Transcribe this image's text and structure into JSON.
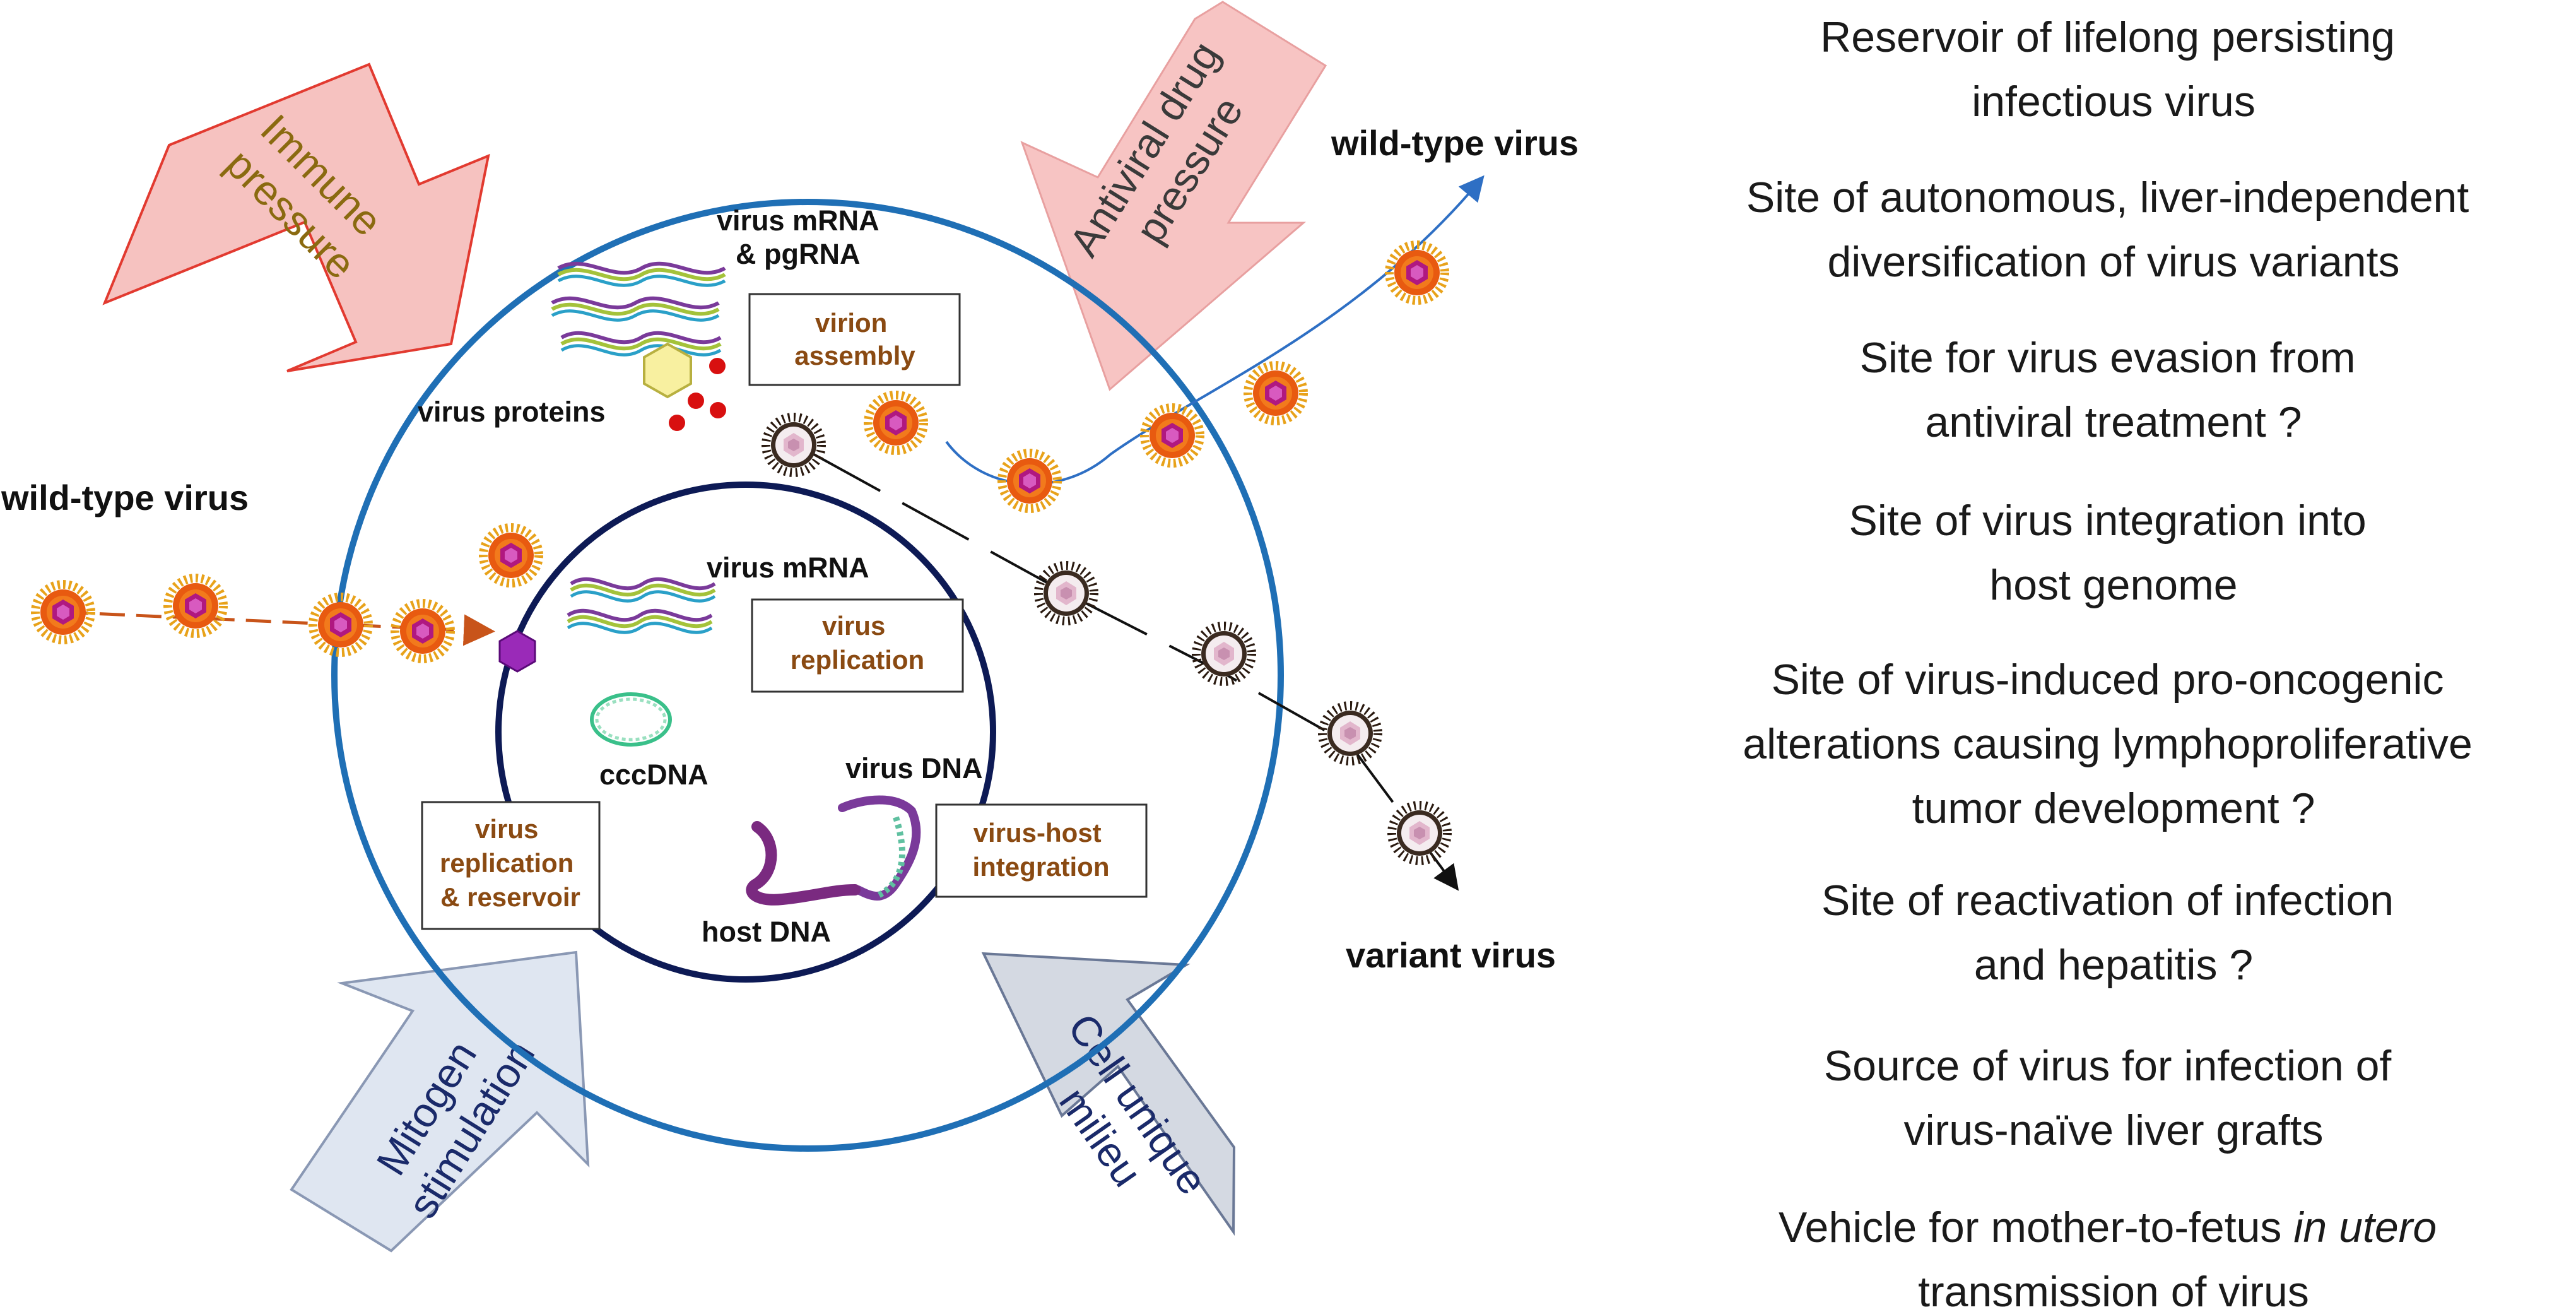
{
  "colors": {
    "outer_circle": "#1f6fb5",
    "inner_circle": "#0d1a55",
    "box_text": "#8a4a12",
    "immune_fill": "#f6c2c0",
    "immune_stroke": "#e23a30",
    "immune_text": "#8a6a10",
    "drug_fill": "#f7c4c3",
    "drug_text": "#3a3a3a",
    "mitogen_fill": "#dfe6f1",
    "mitogen_text": "#1a2a6a",
    "milieu_fill": "#d4d9e2",
    "milieu_text": "#1a2a6a",
    "virus_wild": "#e85a10",
    "virus_core": "#b01880",
    "virus_variant": "#3a2a20"
  },
  "arrows": {
    "immune": [
      "Immune",
      "pressure"
    ],
    "drug": [
      "Antiviral drug",
      "pressure"
    ],
    "mitogen": [
      "Mitogen",
      "stimulation"
    ],
    "milieu": [
      "Cell unique",
      "milieu"
    ]
  },
  "labels": {
    "wild_in": "wild-type virus",
    "wild_out": "wild-type virus",
    "variant": "variant virus",
    "mrna_pg": [
      "virus mRNA",
      "& pgRNA"
    ],
    "proteins": "virus proteins",
    "mrna": "virus mRNA",
    "cccdna": "cccDNA",
    "vdna": "virus DNA",
    "hdna": "host DNA"
  },
  "boxes": {
    "assembly": [
      "virion",
      "assembly"
    ],
    "replication": [
      "virus",
      "replication"
    ],
    "reservoir": [
      "virus",
      "replication",
      "& reservoir"
    ],
    "integration": [
      "virus-host",
      "integration"
    ]
  },
  "roles": [
    [
      "Reservoir of lifelong persisting",
      "infectious virus"
    ],
    [
      "Site of autonomous, liver-independent",
      "diversification of virus variants"
    ],
    [
      "Site for virus evasion from",
      "antiviral treatment ?"
    ],
    [
      "Site of virus integration into",
      "host genome"
    ],
    [
      "Site of virus-induced pro-oncogenic",
      "alterations causing lymphoproliferative",
      "tumor development ?"
    ],
    [
      "Site of reactivation of infection",
      "and hepatitis ?"
    ],
    [
      "Source of virus for infection of",
      "virus-naïve liver grafts"
    ],
    [
      "Vehicle for mother-to-fetus ",
      "in utero",
      "transmission of virus"
    ]
  ]
}
